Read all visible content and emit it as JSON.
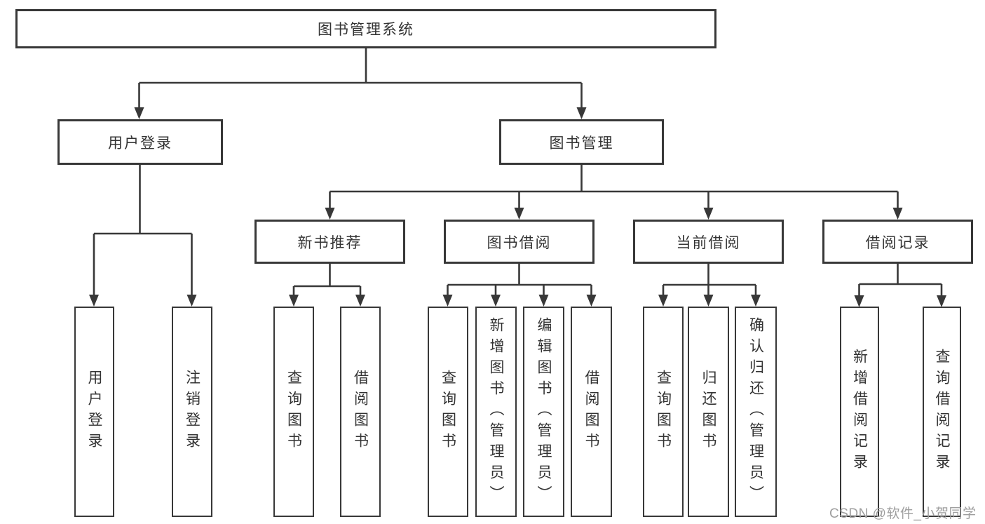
{
  "colors": {
    "line": "#383838",
    "box_border": "#383838",
    "text": "#333333",
    "watermark": "#9e9e9e",
    "background": "#ffffff"
  },
  "watermark": {
    "text": "CSDN @软件_小贺同学"
  },
  "tree": {
    "root": {
      "label": "图书管理系统"
    },
    "user_login": {
      "label": "用户登录",
      "children": [
        {
          "label": "用户登录"
        },
        {
          "label": "注销登录"
        }
      ]
    },
    "book_mgmt": {
      "label": "图书管理",
      "sections": [
        {
          "label": "新书推荐",
          "children": [
            {
              "label": "查询图书"
            },
            {
              "label": "借阅图书"
            }
          ]
        },
        {
          "label": "图书借阅",
          "children": [
            {
              "label": "查询图书"
            },
            {
              "label": "新增图书（管理员）"
            },
            {
              "label": "编辑图书（管理员）"
            },
            {
              "label": "借阅图书"
            }
          ]
        },
        {
          "label": "当前借阅",
          "children": [
            {
              "label": "查询图书"
            },
            {
              "label": "归还图书"
            },
            {
              "label": "确认归还（管理员）"
            }
          ]
        },
        {
          "label": "借阅记录",
          "children": [
            {
              "label": "新增借阅记录"
            },
            {
              "label": "查询借阅记录"
            }
          ]
        }
      ]
    }
  }
}
